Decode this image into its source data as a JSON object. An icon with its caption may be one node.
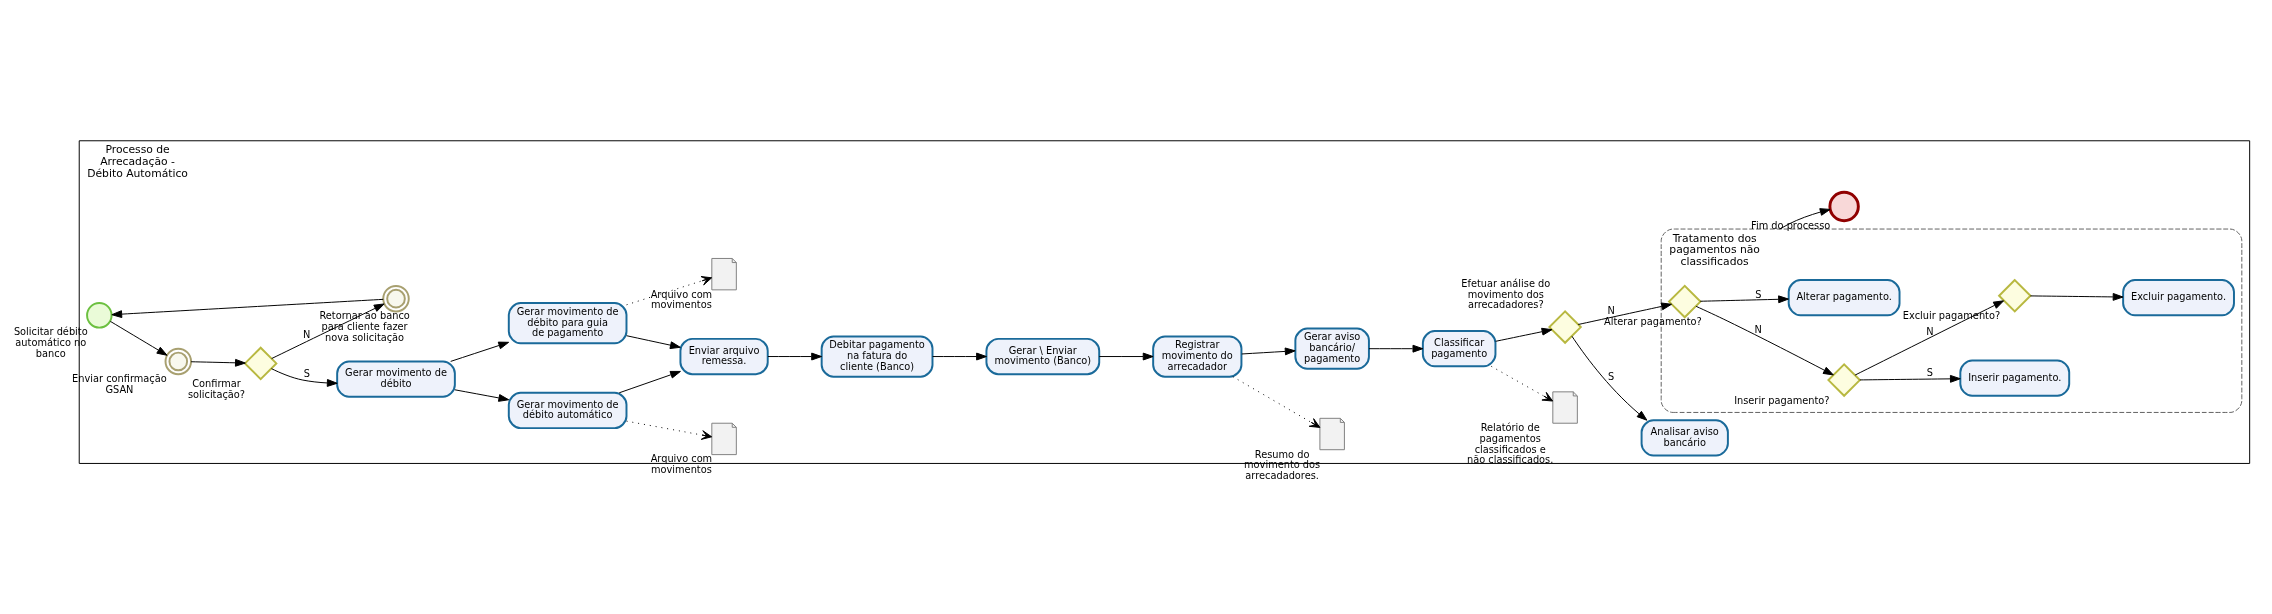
{
  "diagram": {
    "nodes": [
      {
        "text": [
          "Processo de Arrecadação - Débito Automático"
        ]
      },
      {
        "text": [
          "Solicitar débito automático no banco"
        ],
        "in": 0
      },
      {
        "text": [
          "Enviar confirmação GSAN"
        ],
        "in": 0
      },
      {
        "text": [
          "Confirmar solicitação?"
        ],
        "in": 0
      },
      {
        "text": [
          "Retornar ao banco para cliente fazer nova solicitação"
        ],
        "in": 0
      },
      {
        "text": [
          "Gerar movimento de débito"
        ],
        "in": 0
      },
      {
        "text": [
          "Arquivo com movimentos"
        ],
        "in": 0
      },
      {
        "text": [
          "Gerar movimento de débito automático"
        ],
        "in": 0
      },
      {
        "text": [
          "Gerar movimento de débito para guia de pagamento"
        ],
        "in": 0
      },
      {
        "text": [
          "Arquivo com movimentos"
        ],
        "in": 0
      },
      {
        "text": [
          "Enviar arquivo remessa."
        ],
        "in": 0
      },
      {
        "text": [
          "Debitar pagamento na fatura do cliente (Banco)"
        ],
        "in": 0
      },
      {
        "text": [
          "Gerar \\ Enviar movimento (Banco)"
        ],
        "in": 0
      },
      {
        "text": [
          "Registrar movimento do arrecadador"
        ],
        "in": 0
      },
      {
        "text": [
          "Resumo do movimento dos arrecadadores."
        ],
        "in": 0
      },
      {
        "text": [
          "Gerar aviso bancário/ pagamento"
        ],
        "in": 0
      },
      {
        "text": [
          "Classificar pagamento"
        ],
        "in": 0
      },
      {
        "text": [
          "Relatório de pagamentos classificados e não classificados."
        ],
        "in": 0
      },
      {
        "text": [
          "Efetuar análise do movimento dos arrecadadores?"
        ],
        "in": 0
      },
      {
        "text": [
          "Analisar aviso bancário"
        ],
        "in": 0
      },
      {
        "text": [
          "Tratamento dos pagamentos não classificados"
        ],
        "in": 0
      },
      {
        "text": [
          "Alterar pagamento?"
        ],
        "in": 20
      },
      {
        "text": [
          "Alterar pagamento."
        ],
        "in": 20
      },
      {
        "text": [
          "Inserir pagamento?"
        ],
        "in": 20
      },
      {
        "text": [
          "Inserir pagamento."
        ],
        "in": 20
      },
      {
        "text": [
          "Excluir pagamento?"
        ],
        "in": 20
      },
      {
        "text": [
          "Excluir pagamento."
        ],
        "in": 20
      },
      {
        "text": [
          "Fim do processo"
        ],
        "in": 0
      }
    ],
    "edges": [
      {
        "from": 1,
        "to": 2,
        "arrow": "to"
      },
      {
        "from": 2,
        "to": 3,
        "arrow": "to"
      },
      {
        "from": 3,
        "to": 5,
        "arrow": "to",
        "label": "S"
      },
      {
        "from": 3,
        "to": 4,
        "arrow": "to",
        "label": "N"
      },
      {
        "from": 4,
        "to": 1,
        "arrow": "to"
      },
      {
        "from": 5,
        "to": 7,
        "arrow": "to"
      },
      {
        "from": 5,
        "to": 8,
        "arrow": "to"
      },
      {
        "from": 8,
        "to": 6,
        "arrow": "to",
        "style": "dashed"
      },
      {
        "from": 7,
        "to": 9,
        "arrow": "to",
        "style": "dashed"
      },
      {
        "from": 7,
        "to": 10,
        "arrow": "to"
      },
      {
        "from": 8,
        "to": 10,
        "arrow": "to"
      },
      {
        "from": 10,
        "to": 11,
        "arrow": "to"
      },
      {
        "from": 11,
        "to": 12,
        "arrow": "to"
      },
      {
        "from": 12,
        "to": 13,
        "arrow": "to"
      },
      {
        "from": 13,
        "to": 14,
        "arrow": "to",
        "style": "dashed"
      },
      {
        "from": 13,
        "to": 15,
        "arrow": "to"
      },
      {
        "from": 15,
        "to": 16,
        "arrow": "to"
      },
      {
        "from": 16,
        "to": 17,
        "arrow": "to",
        "style": "dashed"
      },
      {
        "from": 16,
        "to": 18,
        "arrow": "to"
      },
      {
        "from": 18,
        "to": 19,
        "arrow": "to",
        "label": "S"
      },
      {
        "from": 18,
        "to": 21,
        "arrow": "to",
        "label": "N"
      },
      {
        "from": 21,
        "to": 22,
        "arrow": "to",
        "label": "S"
      },
      {
        "from": 21,
        "to": 23,
        "arrow": "to",
        "label": "N"
      },
      {
        "from": 23,
        "to": 24,
        "arrow": "to",
        "label": "S"
      },
      {
        "from": 23,
        "to": 25,
        "arrow": "to",
        "label": "N"
      },
      {
        "from": 25,
        "to": 26,
        "arrow": "to"
      },
      {
        "from": 20,
        "to": 27,
        "arrow": "to"
      }
    ]
  }
}
